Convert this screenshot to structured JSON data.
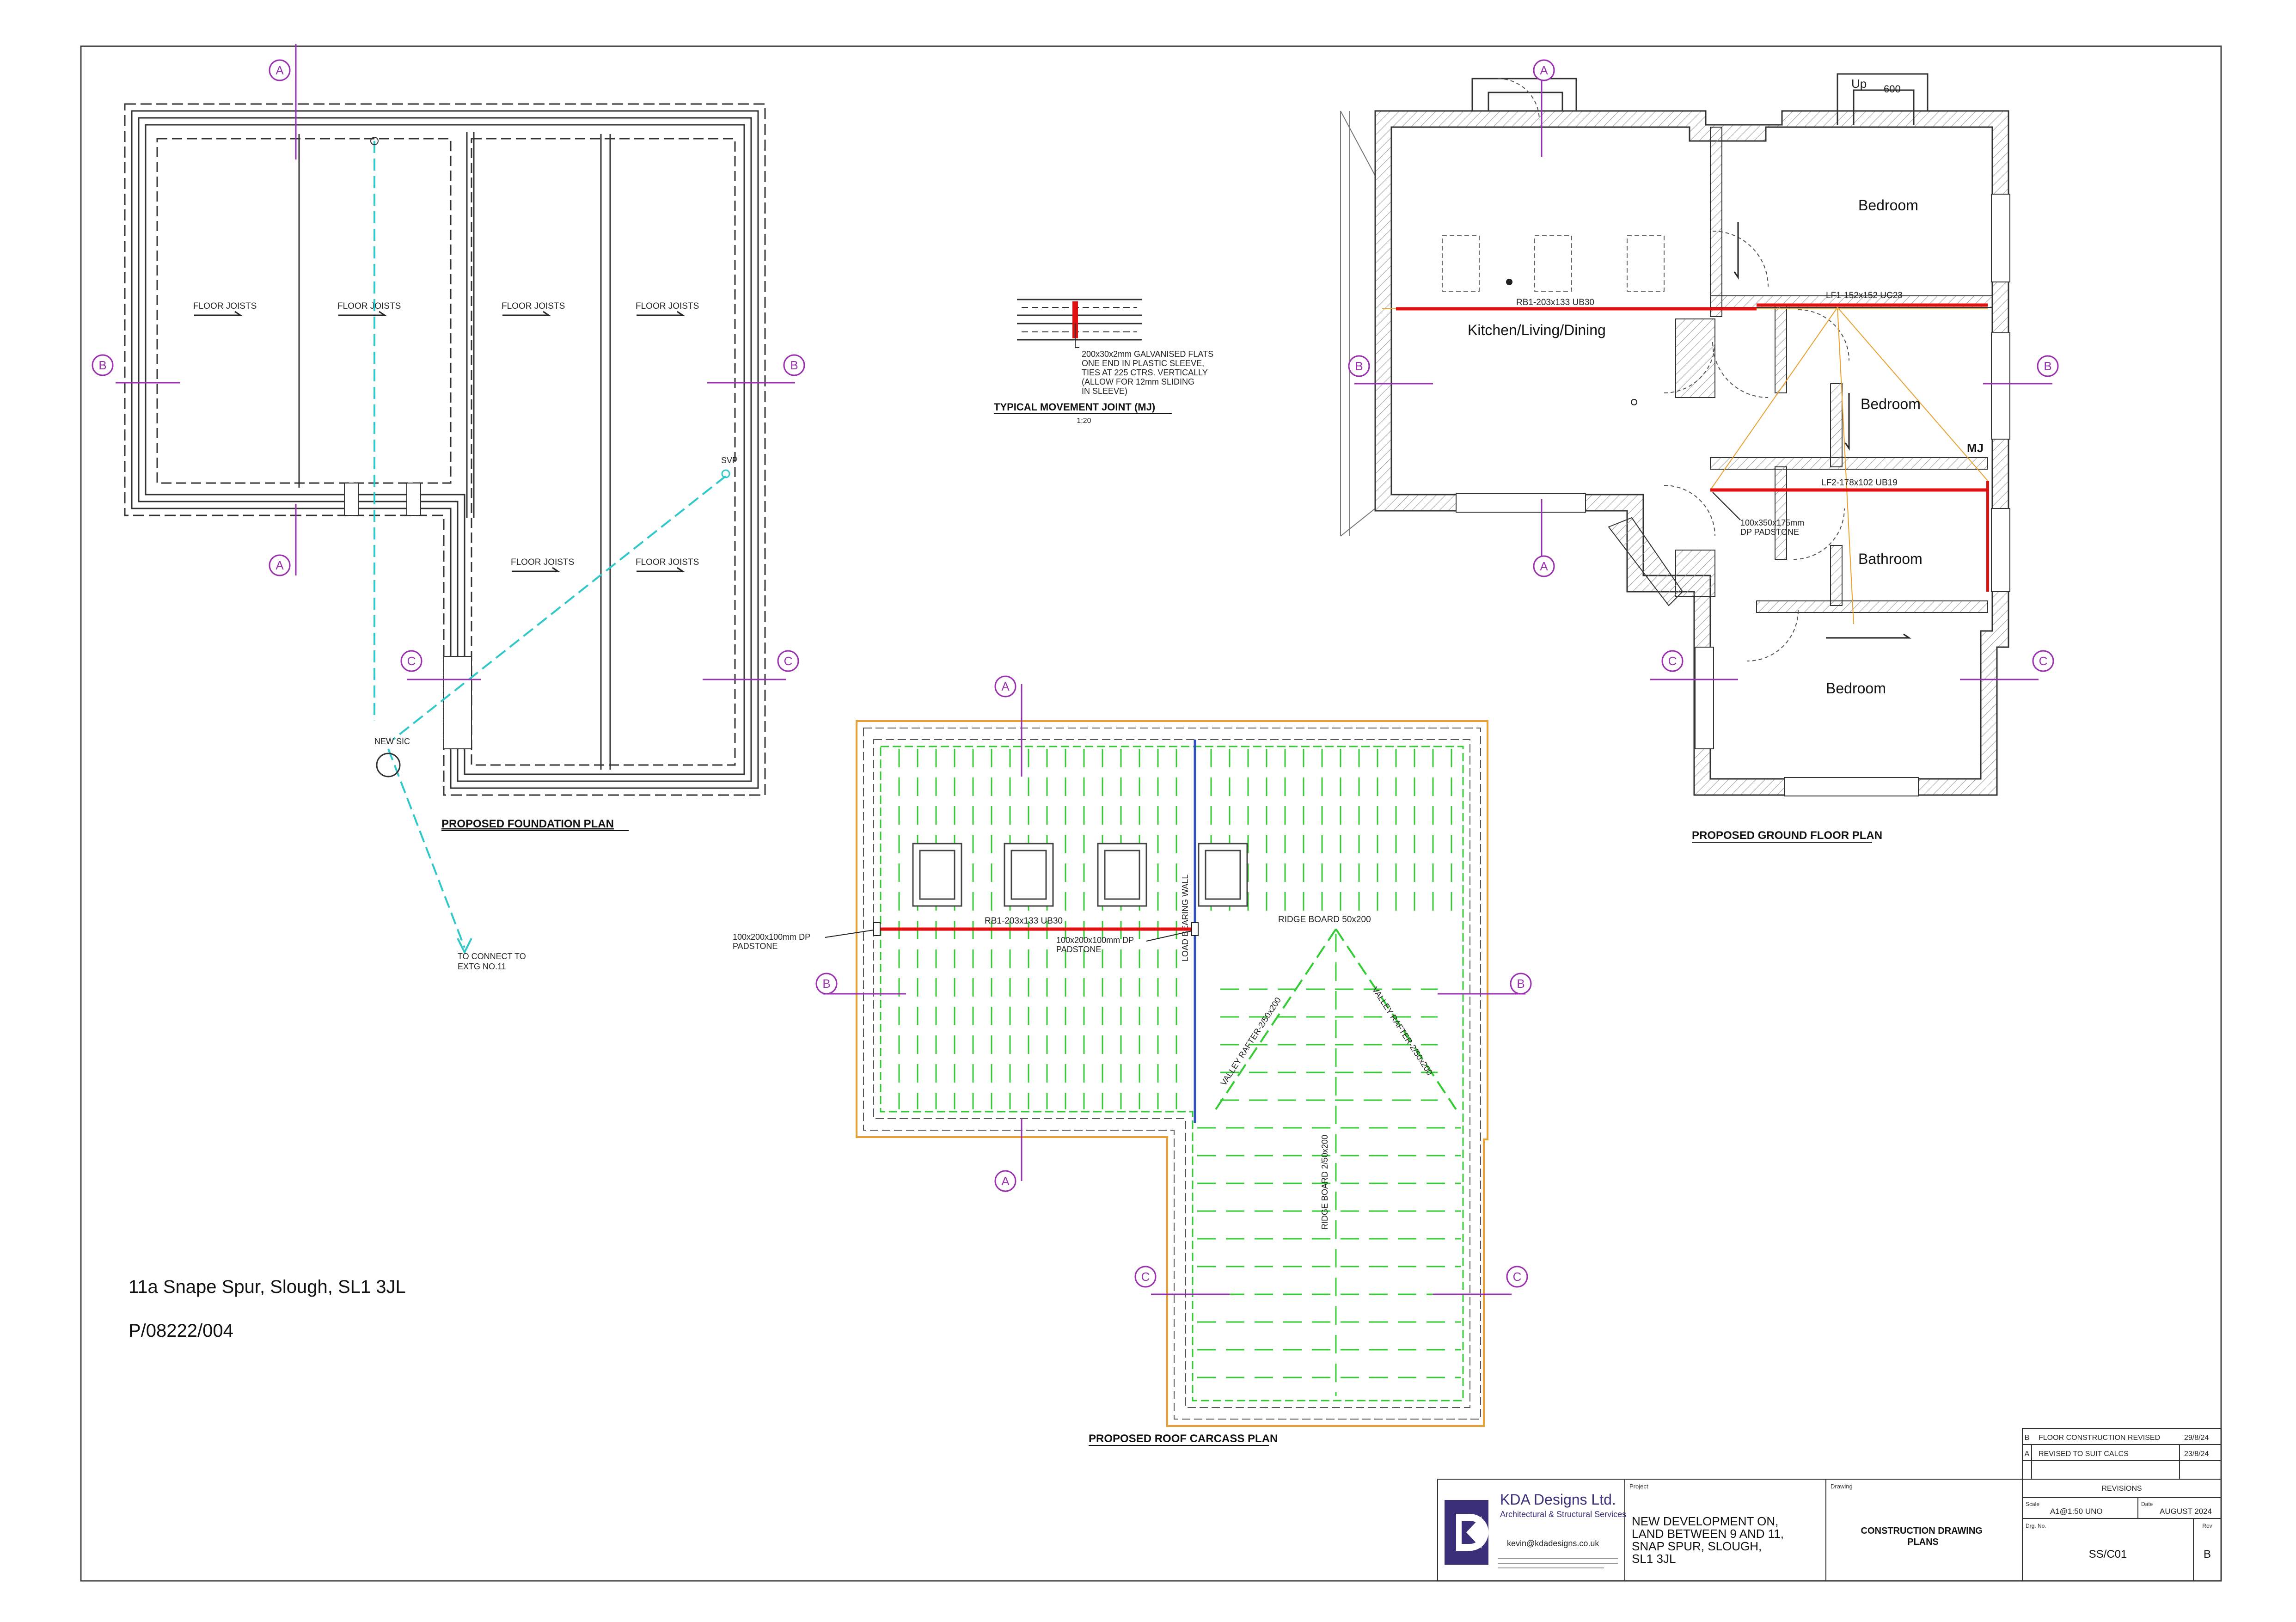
{
  "site": {
    "address": "11a Snape Spur, Slough, SL1 3JL",
    "reference": "P/08222/004"
  },
  "section_markers": [
    "A",
    "B",
    "C"
  ],
  "foundation_plan": {
    "title": "PROPOSED FOUNDATION PLAN",
    "joist_label": "FLOOR JOISTS",
    "svp": "SVP",
    "new_sic": "NEW SIC",
    "connect_note": [
      "TO CONNECT TO",
      "EXTG NO.11"
    ]
  },
  "movement_joint": {
    "title": "TYPICAL MOVEMENT JOINT (MJ)",
    "scale": "1:20",
    "note": [
      "200x30x2mm GALVANISED FLATS",
      "ONE END IN PLASTIC SLEEVE,",
      "TIES AT 225 CTRS. VERTICALLY",
      "(ALLOW FOR 12mm SLIDING",
      "IN SLEEVE)"
    ]
  },
  "roof_plan": {
    "title": "PROPOSED ROOF CARCASS PLAN",
    "beam": "RB1-203x133 UB30",
    "padstone_left": [
      "100x200x100mm DP",
      "PADSTONE"
    ],
    "padstone_right": [
      "100x200x100mm DP",
      "PADSTONE"
    ],
    "load_wall": "LOAD BEARING WALL",
    "ridge_board": "RIDGE BOARD 50x200",
    "valley_left": "VALLEY RAFTER-2/50x200",
    "valley_right": "VALLEY RAFTER-2/50x200",
    "ridge_vertical": "RIDGE BOARD 2/50x200"
  },
  "ground_plan": {
    "title": "PROPOSED GROUND FLOOR PLAN",
    "rooms": {
      "kitchen": "Kitchen/Living/Dining",
      "bedroom_1": "Bedroom",
      "bedroom_2": "Bedroom",
      "bathroom": "Bathroom",
      "bedroom_3": "Bedroom"
    },
    "beam_rb1": "RB1-203x133 UB30",
    "beam_lf1": "LF1-152x152 UC23",
    "beam_lf2": "LF2-178x102 UB19",
    "padstone": [
      "100x350x175mm",
      "DP PADSTONE"
    ],
    "mj": "MJ",
    "up": "Up",
    "dim_600": "600"
  },
  "title_block": {
    "revisions": [
      {
        "rev": "B",
        "desc": "FLOOR CONSTRUCTION REVISED",
        "date": "29/8/24"
      },
      {
        "rev": "A",
        "desc": "REVISED TO SUIT CALCS",
        "date": "23/8/24"
      }
    ],
    "revisions_label": "REVISIONS",
    "company": "KDA Designs Ltd.",
    "company_sub": "Architectural & Structural Services",
    "email": "kevin@kdadesigns.co.uk",
    "project_label": "Project",
    "project": [
      "NEW DEVELOPMENT ON,",
      "LAND BETWEEN 9 AND 11,",
      "SNAP SPUR, SLOUGH,",
      "SL1 3JL"
    ],
    "drawing_label": "Drawing",
    "drawing": [
      "CONSTRUCTION DRAWING",
      "PLANS"
    ],
    "scale_label": "Scale",
    "scale": "A1@1:50 UNO",
    "date_label": "Date",
    "date": "AUGUST 2024",
    "drg_label": "Drg. No.",
    "drg_no": "SS/C01",
    "rev_label": "Rev",
    "rev": "B"
  },
  "colors": {
    "line": "#333333",
    "marker": "#9b30b0",
    "beam": "#e01010",
    "drain": "#30c8c8",
    "roof_green": "#33cc33",
    "roof_outline": "#e8a030",
    "load_wall": "#3050c0",
    "brand": "#3a2f78"
  }
}
